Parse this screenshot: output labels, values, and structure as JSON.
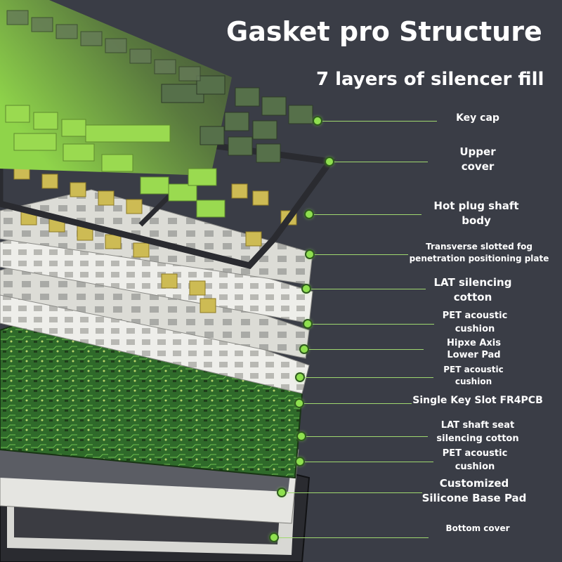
{
  "title": "Gasket pro Structure",
  "subtitle": "7 layers of silencer fill",
  "layers": [
    {
      "name": "Key cap"
    },
    {
      "name": "Upper cover"
    },
    {
      "name": "Hot plug shaft body"
    },
    {
      "name": "Transverse slotted fog penetration positioning plate"
    },
    {
      "name": "LAT silencing cotton"
    },
    {
      "name": "PET acoustic cushion"
    },
    {
      "name": "Hipxe Axis Lower Pad"
    },
    {
      "name": "PET acoustic cushion"
    },
    {
      "name": "Single Key Slot FR4PCB"
    },
    {
      "name": "LAT shaft seat silencing cotton"
    },
    {
      "name": "PET acoustic cushion"
    },
    {
      "name": "Customized Silicone Base Pad"
    },
    {
      "name": "Bottom cover"
    }
  ],
  "colors": {
    "background": "#3a3d46",
    "callout": "#9fd86f",
    "keycap_dark": "#4f6b3f",
    "keycap_light": "#8fd44a",
    "switch": "#cdbb54",
    "plate": "#d8d8d2",
    "pcb": "#2f6a2a",
    "frame": "#2a2b30"
  }
}
